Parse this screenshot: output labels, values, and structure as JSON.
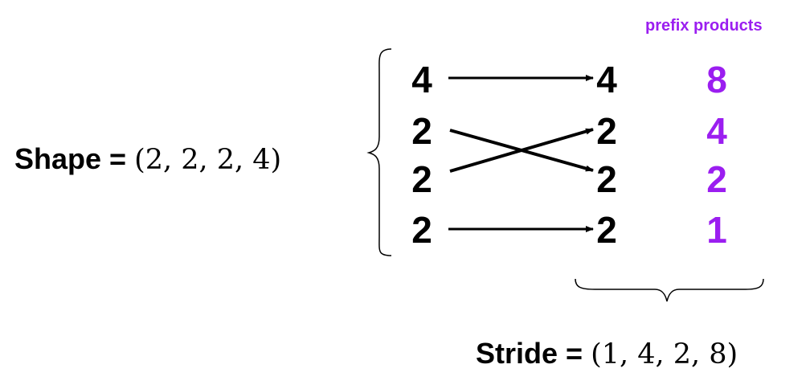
{
  "shape": {
    "label": "Shape =",
    "tuple": "(2, 2, 2, 4)"
  },
  "stride": {
    "label": "Stride =",
    "tuple": "(1, 4, 2, 8)"
  },
  "prefix_title": "prefix products",
  "left_column": [
    "4",
    "2",
    "2",
    "2"
  ],
  "right_column": [
    "4",
    "2",
    "2",
    "2"
  ],
  "prefix_column": [
    "8",
    "4",
    "2",
    "1"
  ],
  "colors": {
    "text": "#000000",
    "prefix": "#9b1ef0"
  }
}
